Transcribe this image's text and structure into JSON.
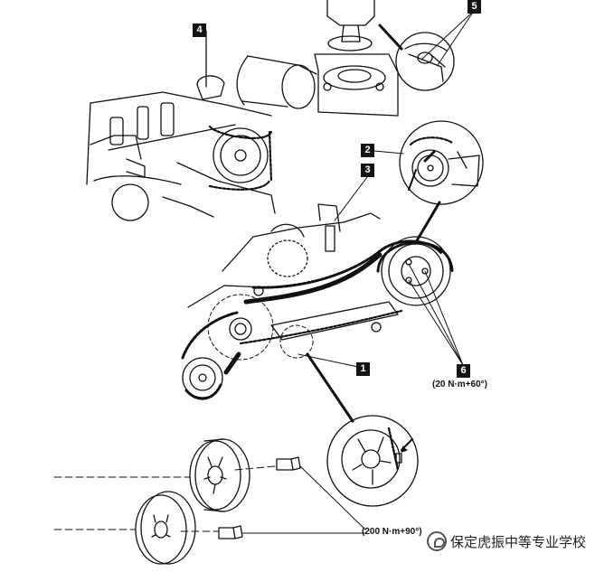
{
  "callouts": {
    "c1": "1",
    "c2": "2",
    "c3": "3",
    "c4": "4",
    "c5": "5",
    "c6": "6"
  },
  "torque": {
    "cam_bolts": "(20 N·m+60°)",
    "crank_bolts": "(200 N·m+90°)"
  },
  "watermark": {
    "text": "保定虎振中等专业学校",
    "icon": "wechat-official-account-icon"
  },
  "colors": {
    "line": "#111111",
    "background": "#ffffff",
    "callout_fill": "#141414"
  }
}
